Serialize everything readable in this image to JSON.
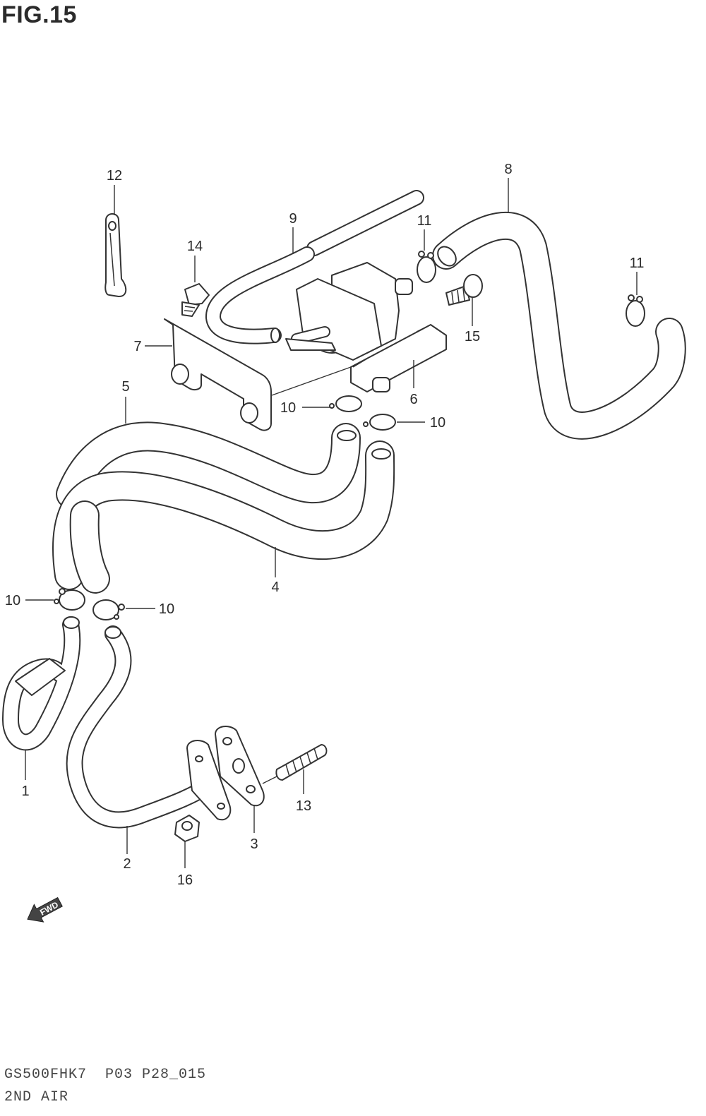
{
  "figure": {
    "title": "FIG.15"
  },
  "footer": {
    "model_code": "GS500FHK7  P03 P28_015",
    "section_name": "2ND AIR"
  },
  "direction_arrow": {
    "label": "FWD"
  },
  "callouts": [
    {
      "id": "c12",
      "label": "12"
    },
    {
      "id": "c8",
      "label": "8"
    },
    {
      "id": "c9",
      "label": "9"
    },
    {
      "id": "c11a",
      "label": "11"
    },
    {
      "id": "c11b",
      "label": "11"
    },
    {
      "id": "c14",
      "label": "14"
    },
    {
      "id": "c7",
      "label": "7"
    },
    {
      "id": "c15",
      "label": "15"
    },
    {
      "id": "c5",
      "label": "5"
    },
    {
      "id": "c6",
      "label": "6"
    },
    {
      "id": "c10a",
      "label": "10"
    },
    {
      "id": "c10b",
      "label": "10"
    },
    {
      "id": "c4",
      "label": "4"
    },
    {
      "id": "c10c",
      "label": "10"
    },
    {
      "id": "c10d",
      "label": "10"
    },
    {
      "id": "c1",
      "label": "1"
    },
    {
      "id": "c13",
      "label": "13"
    },
    {
      "id": "c2",
      "label": "2"
    },
    {
      "id": "c3",
      "label": "3"
    },
    {
      "id": "c16",
      "label": "16"
    }
  ]
}
